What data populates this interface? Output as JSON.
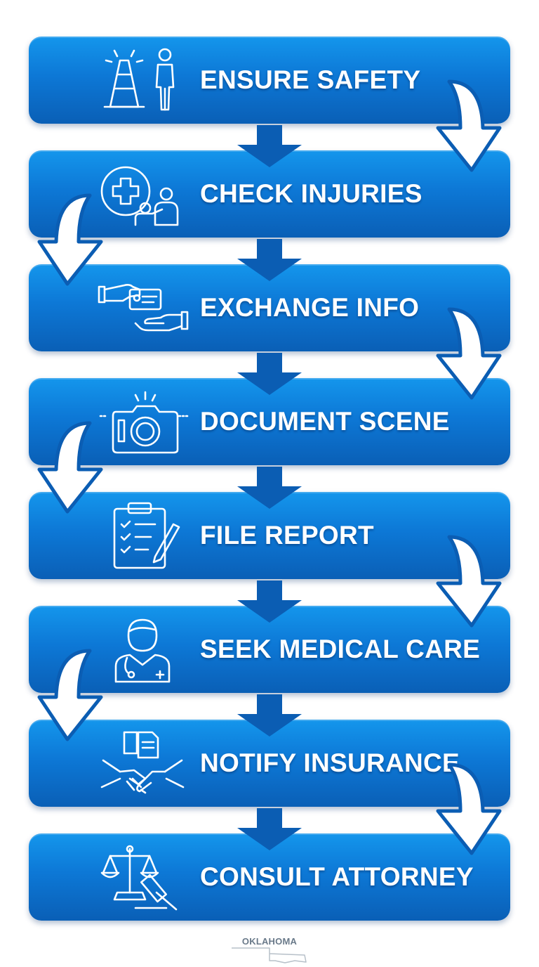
{
  "steps": [
    {
      "title": "ENSURE SAFETY",
      "icon": "traffic-cone-person-icon"
    },
    {
      "title": "CHECK INJURIES",
      "icon": "medical-cross-helper-icon"
    },
    {
      "title": "EXCHANGE INFO",
      "icon": "card-handoff-icon"
    },
    {
      "title": "DOCUMENT SCENE",
      "icon": "camera-icon"
    },
    {
      "title": "FILE REPORT",
      "icon": "clipboard-checklist-icon"
    },
    {
      "title": "SEEK MEDICAL CARE",
      "icon": "doctor-icon"
    },
    {
      "title": "NOTIFY INSURANCE",
      "icon": "handshake-document-icon"
    },
    {
      "title": "CONSULT ATTORNEY",
      "icon": "scales-gavel-icon"
    }
  ],
  "footer": {
    "state_label": "OKLAHOMA",
    "icon": "oklahoma-state-outline-icon"
  },
  "colors": {
    "box_top": "#1496ec",
    "box_bottom": "#0a5fb6",
    "connector_arrow": "#0b5db3",
    "text": "#ffffff"
  }
}
